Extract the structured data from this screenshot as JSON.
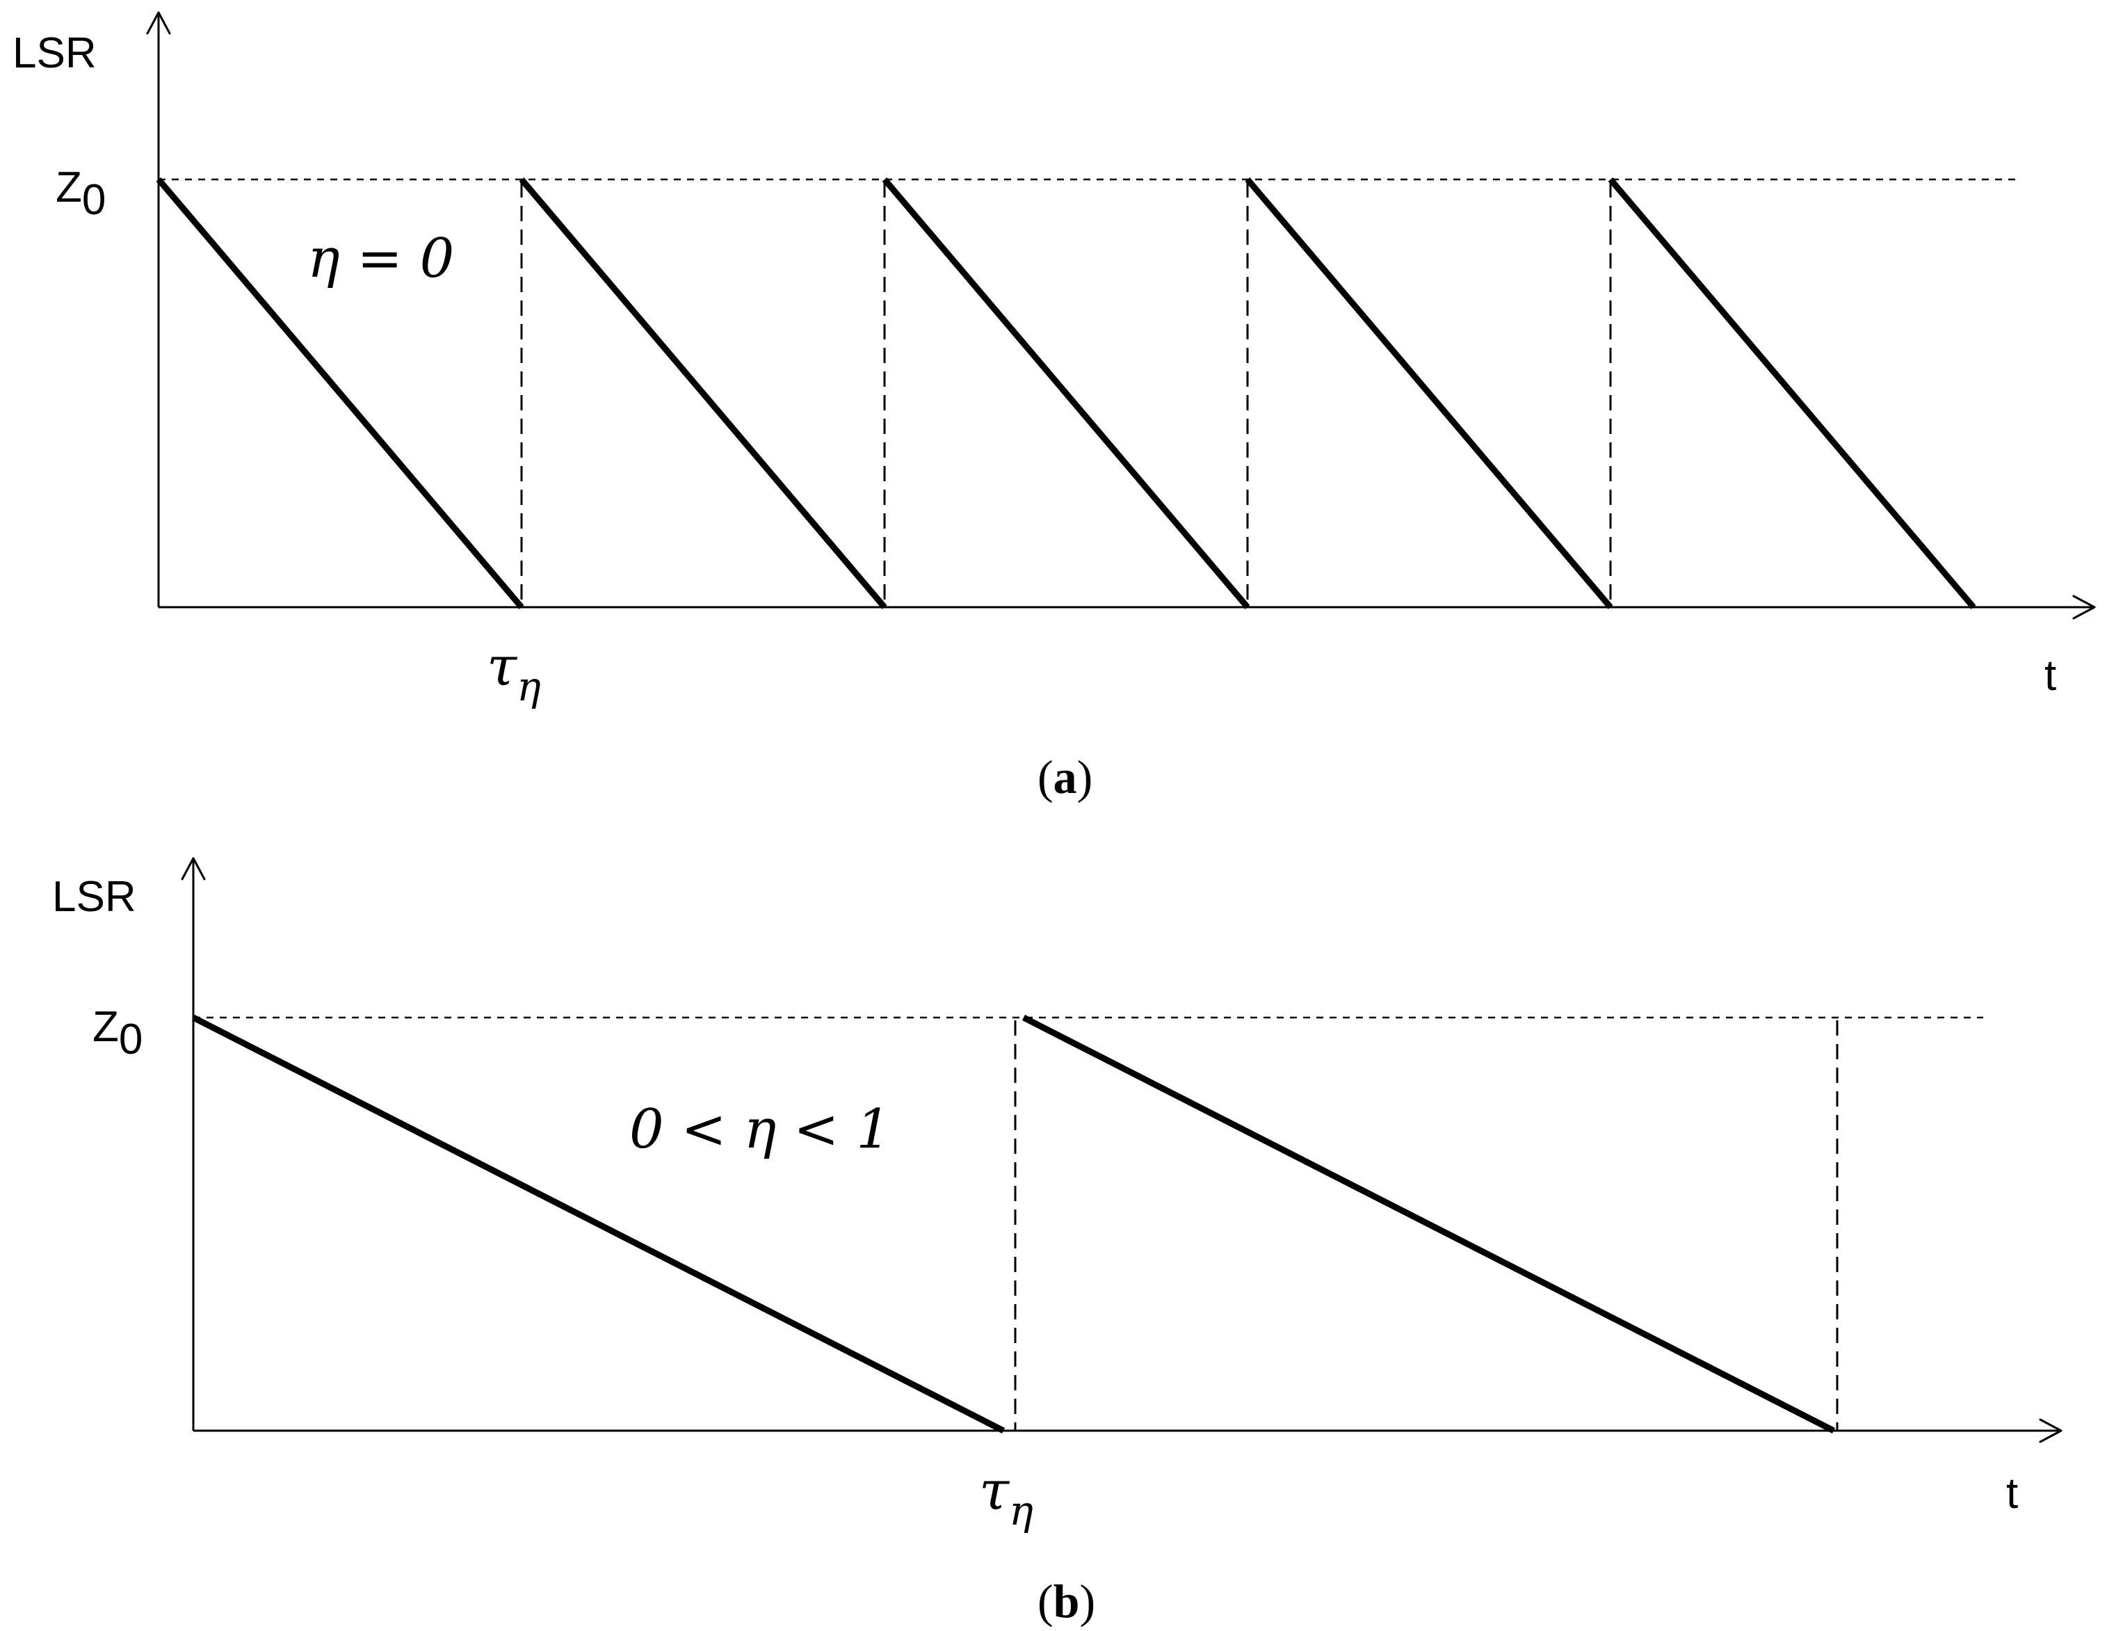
{
  "panels": [
    {
      "id": "a",
      "y_axis_label": "LSR",
      "x_axis_label": "t",
      "y_tick": {
        "base": "Z",
        "sub": "0"
      },
      "x_tick": {
        "base": "τ",
        "sub": "η"
      },
      "condition": "η = 0",
      "caption_open": "(",
      "caption_letter": "a",
      "caption_close": ")",
      "cycles": 5
    },
    {
      "id": "b",
      "y_axis_label": "LSR",
      "x_axis_label": "t",
      "y_tick": {
        "base": "Z",
        "sub": "0"
      },
      "x_tick": {
        "base": "τ",
        "sub": "η"
      },
      "condition": "0 < η < 1",
      "caption_open": "(",
      "caption_letter": "b",
      "caption_close": ")",
      "cycles": 2
    }
  ]
}
